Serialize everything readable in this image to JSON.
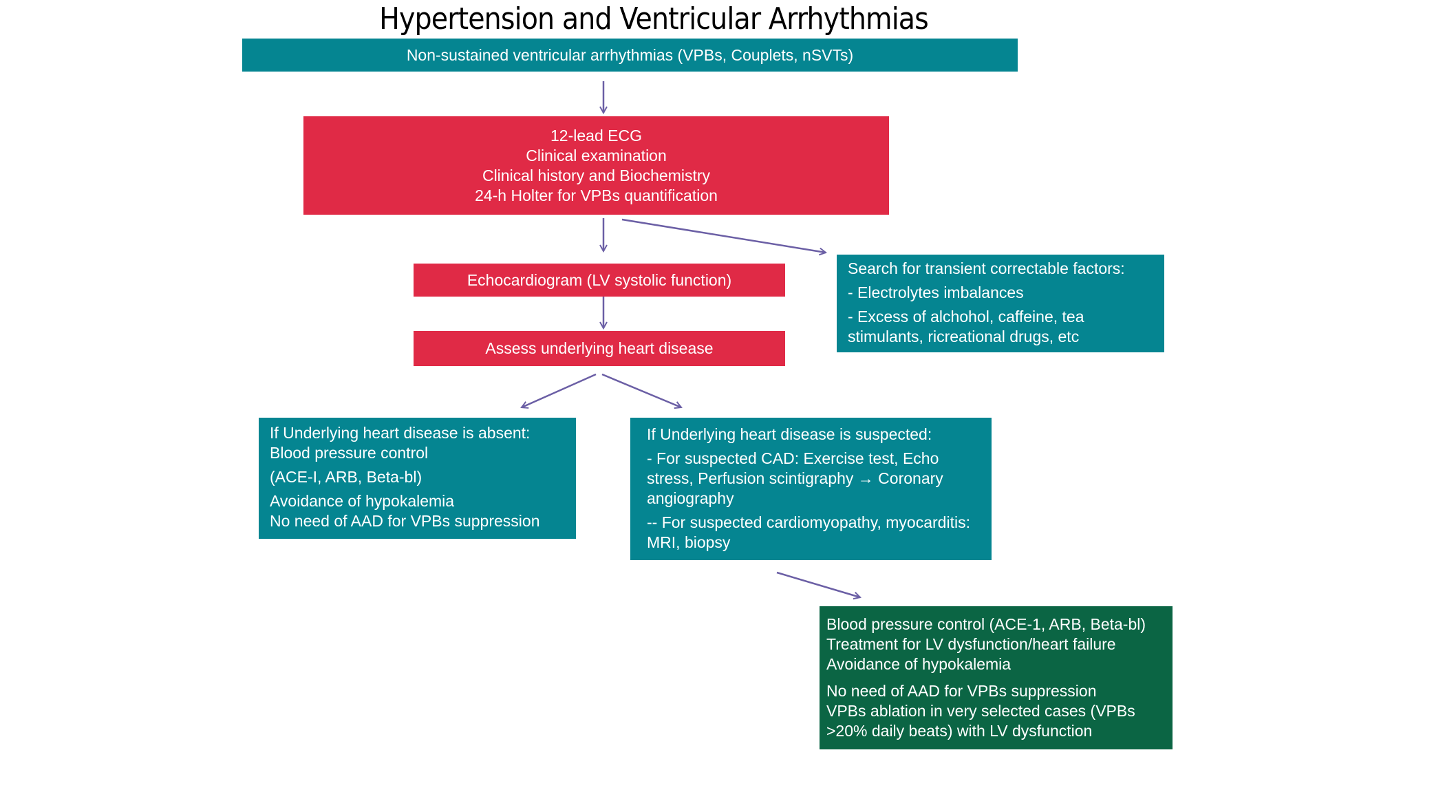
{
  "title": "Hypertension and Ventricular Arrhythmias",
  "colors": {
    "teal": "#058591",
    "red": "#e02a46",
    "green": "#0b6544",
    "arrow": "#6b5fa5"
  },
  "nodes": {
    "start": "Non-sustained ventricular arrhythmias (VPBs, Couplets, nSVTs)",
    "workup": [
      "12-lead ECG",
      "Clinical examination",
      "Clinical history and Biochemistry",
      "24-h Holter for VPBs quantification"
    ],
    "echo": "Echocardiogram (LV systolic function)",
    "assess": "Assess underlying heart disease",
    "transient": [
      "Search for transient correctable factors:",
      "- Electrolytes imbalances",
      "- Excess of alchohol, caffeine, tea stimulants, ricreational drugs, etc"
    ],
    "absent": [
      "If Underlying heart disease is absent:",
      "Blood pressure control",
      "(ACE-I, ARB, Beta-bl)",
      "Avoidance of hypokalemia",
      "No need of AAD for VPBs suppression"
    ],
    "suspected": [
      "If Underlying heart disease is suspected:",
      "- For suspected CAD: Exercise test, Echo stress, Perfusion scintigraphy → Coronary angiography",
      "-- For suspected cardiomyopathy, myocarditis: MRI, biopsy"
    ],
    "treatment": [
      "Blood pressure control (ACE-1, ARB, Beta-bl)",
      "Treatment for LV dysfunction/heart failure",
      "Avoidance of hypokalemia",
      "No need of AAD for VPBs suppression",
      "VPBs ablation in very selected cases (VPBs >20% daily beats) with LV dysfunction"
    ]
  }
}
